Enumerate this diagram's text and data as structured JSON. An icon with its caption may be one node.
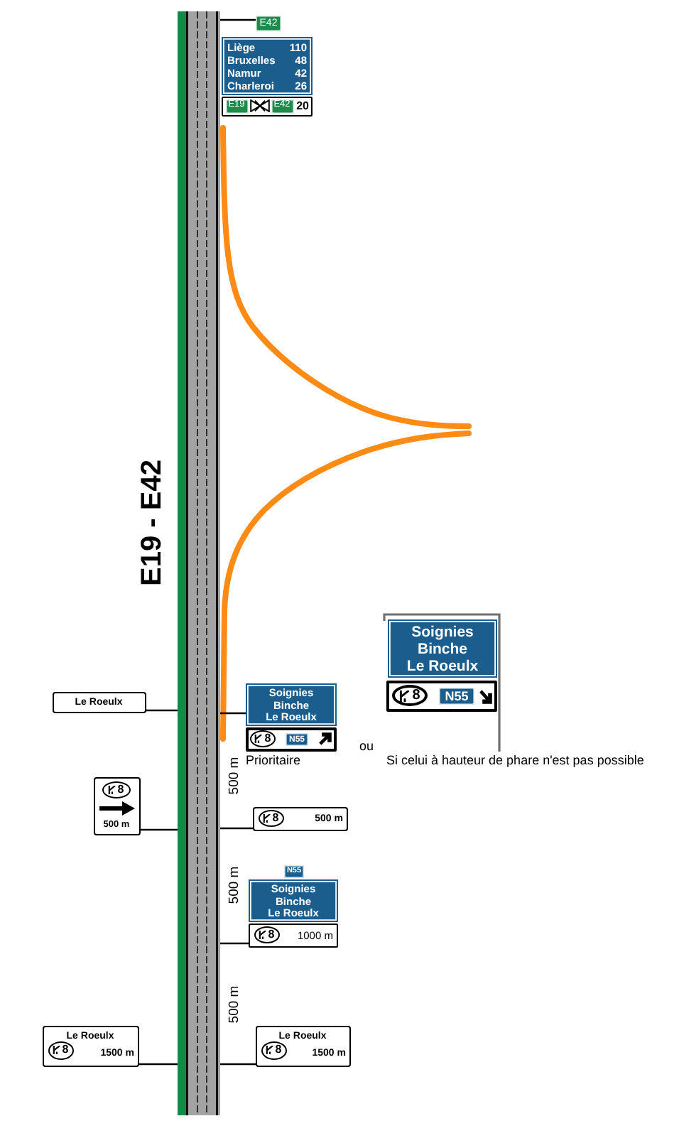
{
  "diagram": {
    "nodes": [
      {
        "text": [],
        "shape": "bar",
        "beside": [
          "E19 - E42"
        ]
      },
      {
        "text": [
          "E42"
        ]
      },
      {
        "text": [
          "Liège",
          "110",
          "Bruxelles",
          "48",
          "Namur",
          "42",
          "Charleroi",
          "26"
        ]
      },
      {
        "text": [
          "20"
        ]
      },
      {
        "text": [
          "E19"
        ],
        "in": 3
      },
      {
        "text": [
          "E42"
        ],
        "in": 3
      },
      {
        "text": [
          "Soignies",
          "Binche",
          "Le Roeulx"
        ]
      },
      {
        "text": [],
        "shape": "box"
      },
      {
        "text": [
          "8"
        ],
        "in": 7
      },
      {
        "text": [
          "N55"
        ],
        "in": 7
      },
      {
        "text": [
          "Le Roeulx"
        ]
      },
      {
        "text": [
          "Soignies",
          "Binche",
          "Le Roeulx"
        ]
      },
      {
        "text": [],
        "shape": "box"
      },
      {
        "text": [
          "8"
        ],
        "in": 12
      },
      {
        "text": [
          "N55"
        ],
        "in": 12
      },
      {
        "text": [
          "500 m"
        ]
      },
      {
        "text": [
          "8"
        ],
        "in": 15
      },
      {
        "text": [
          "500 m"
        ]
      },
      {
        "text": [
          "8"
        ],
        "in": 17
      },
      {
        "text": [
          "N55"
        ]
      },
      {
        "text": [
          "Soignies",
          "Binche",
          "Le Roeulx"
        ]
      },
      {
        "text": [
          "1000 m"
        ]
      },
      {
        "text": [
          "8"
        ],
        "in": 21
      },
      {
        "text": [
          "Le Roeulx",
          "1500 m"
        ]
      },
      {
        "text": [
          "8"
        ],
        "in": 23
      },
      {
        "text": [
          "Le Roeulx",
          "1500 m"
        ]
      },
      {
        "text": [
          "8"
        ],
        "in": 25
      }
    ],
    "edges": [
      {
        "from": 1,
        "to": 0,
        "arrow": "none"
      },
      {
        "from": 10,
        "to": 0,
        "arrow": "none"
      },
      {
        "from": 11,
        "to": 0,
        "arrow": "none"
      },
      {
        "from": 15,
        "to": 0,
        "arrow": "none"
      },
      {
        "from": 17,
        "to": 0,
        "arrow": "none"
      },
      {
        "from": 21,
        "to": 0,
        "arrow": "none"
      },
      {
        "from": 23,
        "to": 0,
        "arrow": "none"
      },
      {
        "from": 25,
        "to": 0,
        "arrow": "none"
      }
    ],
    "labels": [
      "Prioritaire",
      "ou",
      "Si celui à hauteur de phare n'est pas possible",
      "500 m",
      "500 m",
      "500 m"
    ]
  }
}
